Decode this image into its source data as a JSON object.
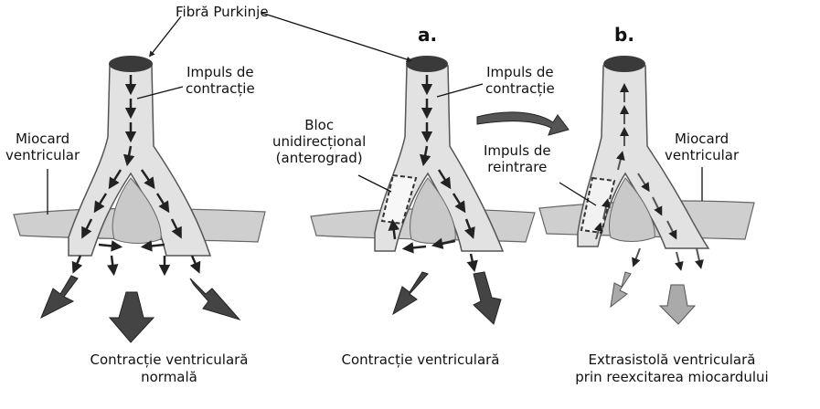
{
  "labels": {
    "fibra_purkinje": "Fibră Purkinje",
    "panel_a": "a.",
    "panel_b": "b.",
    "impuls_contractie_1_l1": "Impuls de",
    "impuls_contractie_1_l2": "contracție",
    "impuls_contractie_2_l1": "Impuls de",
    "impuls_contractie_2_l2": "contracție",
    "miocard_1_l1": "Miocard",
    "miocard_1_l2": "ventricular",
    "miocard_2_l1": "Miocard",
    "miocard_2_l2": "ventricular",
    "bloc_l1": "Bloc",
    "bloc_l2": "unidirecțional",
    "bloc_l3": "(anterograd)",
    "reintrare_l1": "Impuls de",
    "reintrare_l2": "reintrare"
  },
  "captions": {
    "left_l1": "Contracție ventriculară",
    "left_l2": "normală",
    "mid_l1": "Contracție ventriculară",
    "right_l1": "Extrasistolă ventriculară",
    "right_l2": "prin reexcitarea miocardului"
  },
  "colors": {
    "tissue": "#dcdcdc",
    "tissue_dark": "#9a9a9a",
    "outline": "#555555",
    "arrow": "#2f2f2f",
    "arrow_light": "#8a8a8a"
  }
}
